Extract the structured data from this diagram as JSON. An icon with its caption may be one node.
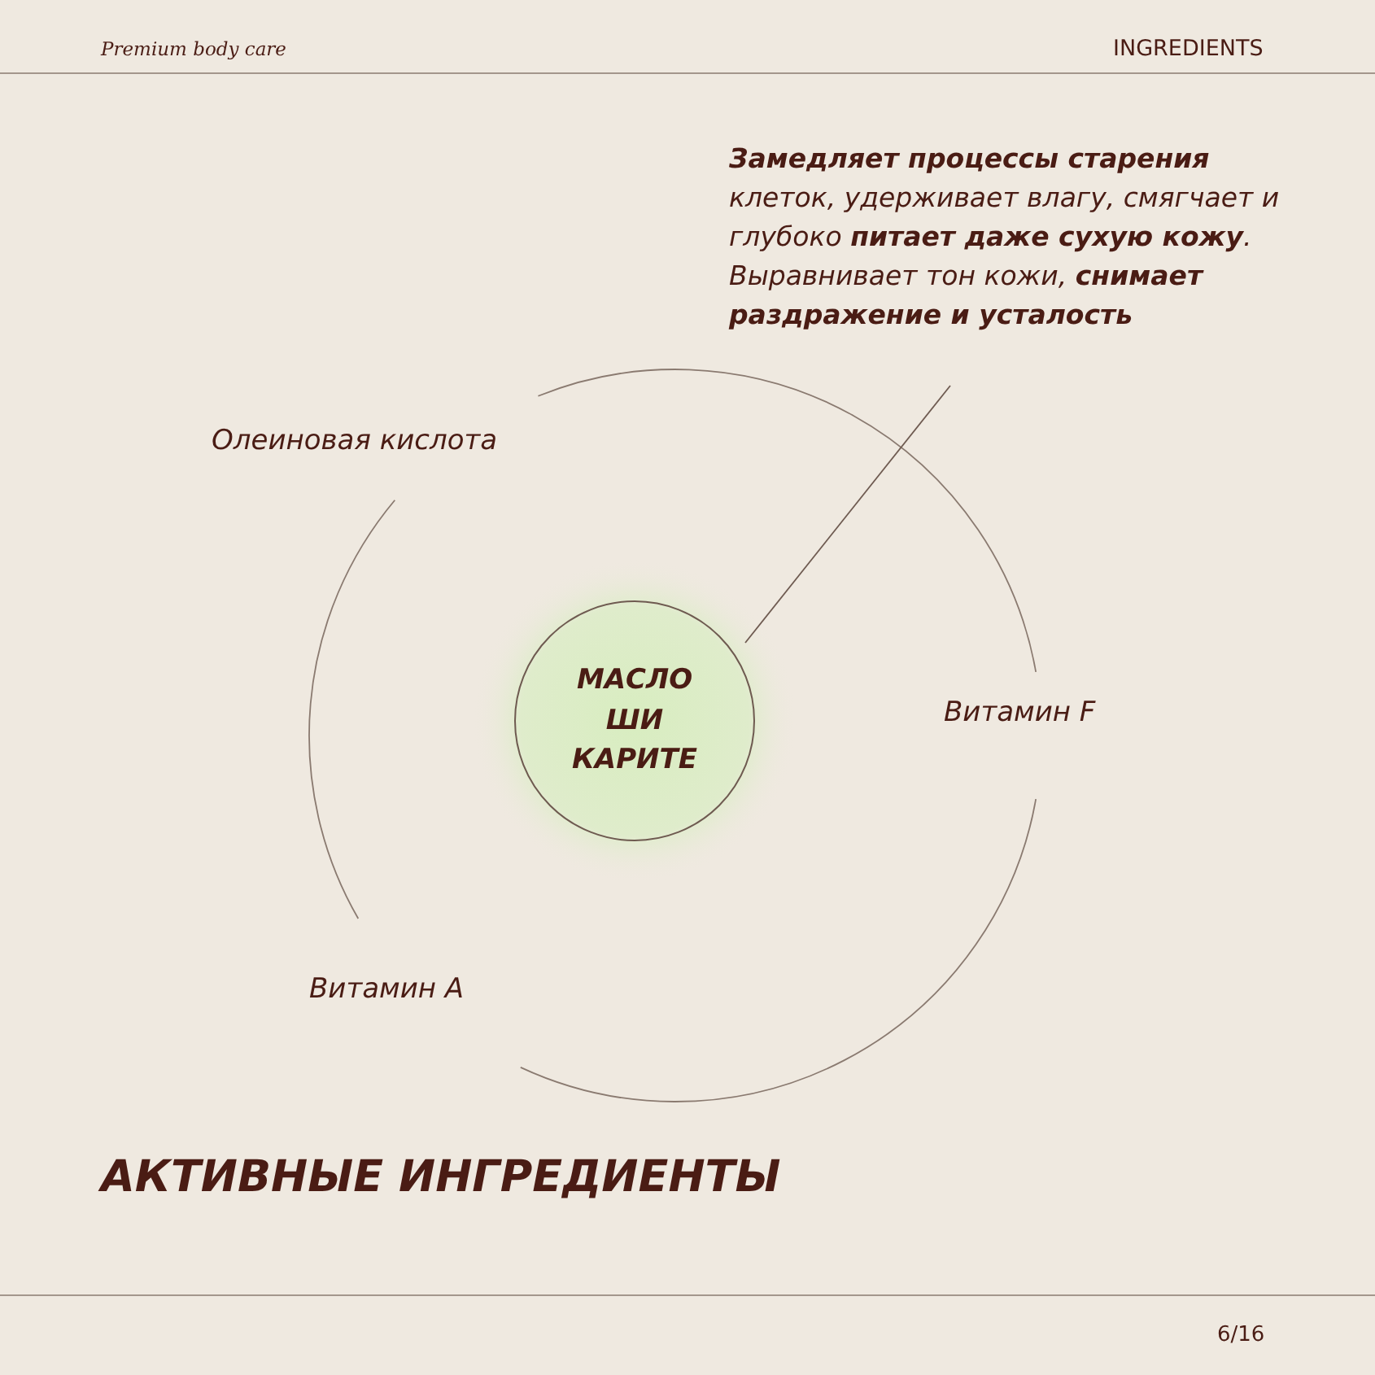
{
  "diagram": {
    "title": "АКТИВНЫЕ ИНГРЕДИЕНТЫ",
    "nodes": [
      {
        "text": [
          "МАСЛО ШИ КАРИТЕ"
        ]
      },
      {
        "text": [
          "**Замедляет процессы старения** клеток, удерживает влагу, смягчает и глубоко **питает даже сухую кожу**. Выравнивает тон кожи, **снимает раздражение и усталость**"
        ]
      }
    ],
    "edges": [
      {
        "from": 1,
        "to": 0,
        "arrow": "none"
      }
    ],
    "labels": [
      "Premium body care",
      "INGREDIENTS",
      "Олеиновая кислота",
      "Витамин F",
      "Витамин A",
      "6/16"
    ]
  }
}
